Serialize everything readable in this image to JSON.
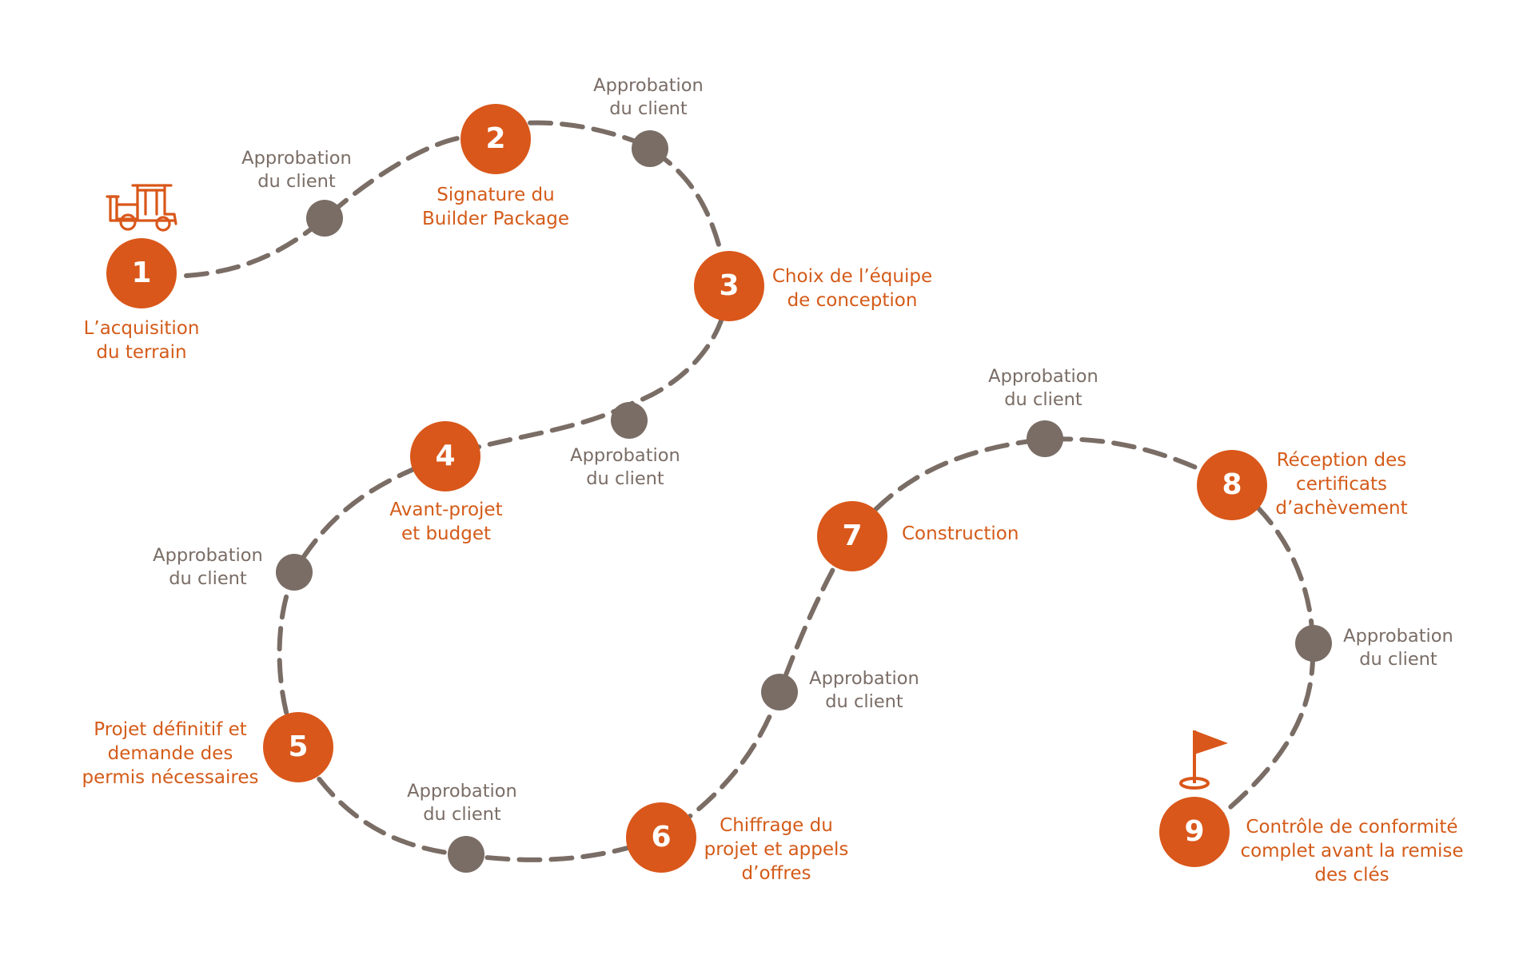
{
  "colors": {
    "accent": "#d9571a",
    "accent_text": "#d45b19",
    "gray": "#7a6d66",
    "background": "#ffffff"
  },
  "steps": [
    {
      "number": "1",
      "lines": [
        "L’acquisition",
        "du terrain"
      ]
    },
    {
      "number": "2",
      "lines": [
        "Signature du",
        "Builder Package"
      ]
    },
    {
      "number": "3",
      "lines": [
        "Choix de l’équipe",
        "de conception"
      ]
    },
    {
      "number": "4",
      "lines": [
        "Avant-projet",
        "et budget"
      ]
    },
    {
      "number": "5",
      "lines": [
        "Projet définitif et",
        "demande des",
        "permis nécessaires"
      ]
    },
    {
      "number": "6",
      "lines": [
        "Chiffrage du",
        "projet et appels",
        "d’offres"
      ]
    },
    {
      "number": "7",
      "lines": [
        "Construction"
      ]
    },
    {
      "number": "8",
      "lines": [
        "Réception des",
        "certificats",
        "d’achèvement"
      ]
    },
    {
      "number": "9",
      "lines": [
        "Contrôle de conformité",
        "complet avant la remise",
        "des clés"
      ]
    }
  ],
  "approval": {
    "lines": [
      "Approbation",
      "du client"
    ]
  },
  "icons": {
    "start": "tractor-icon",
    "end": "golf-flag-icon"
  }
}
